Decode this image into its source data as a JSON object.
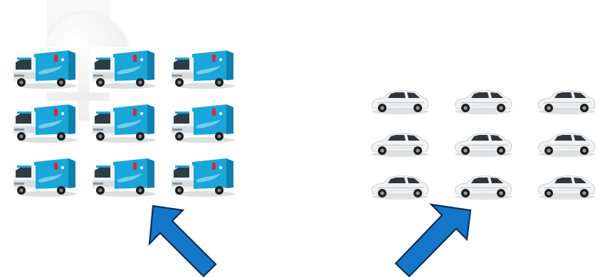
{
  "scene": {
    "background": "#ffffff",
    "trucks": {
      "rows": 3,
      "cols": 3,
      "vehicle": "box-truck-icon",
      "colors": {
        "box": "#19a6d8",
        "box_dark": "#0f7fb0",
        "cab": "#eef3f6",
        "logo_red": "#d8263a",
        "wheel": "#1e1e1e",
        "ground": "#9aa4aa"
      }
    },
    "cars": {
      "rows": 3,
      "cols": 3,
      "vehicle": "suv-icon",
      "colors": {
        "body": "#f2f2f2",
        "glass": "#30363b",
        "wheel": "#1f1f1f",
        "accent": "#b8bec2",
        "ground": "#c9c9c9"
      }
    },
    "arrows": {
      "color": "#1577c9",
      "outline": "#0b2f55",
      "items": [
        {
          "name": "arrow-to-trucks",
          "direction": "up-left"
        },
        {
          "name": "arrow-to-cars",
          "direction": "up-right"
        }
      ]
    }
  }
}
